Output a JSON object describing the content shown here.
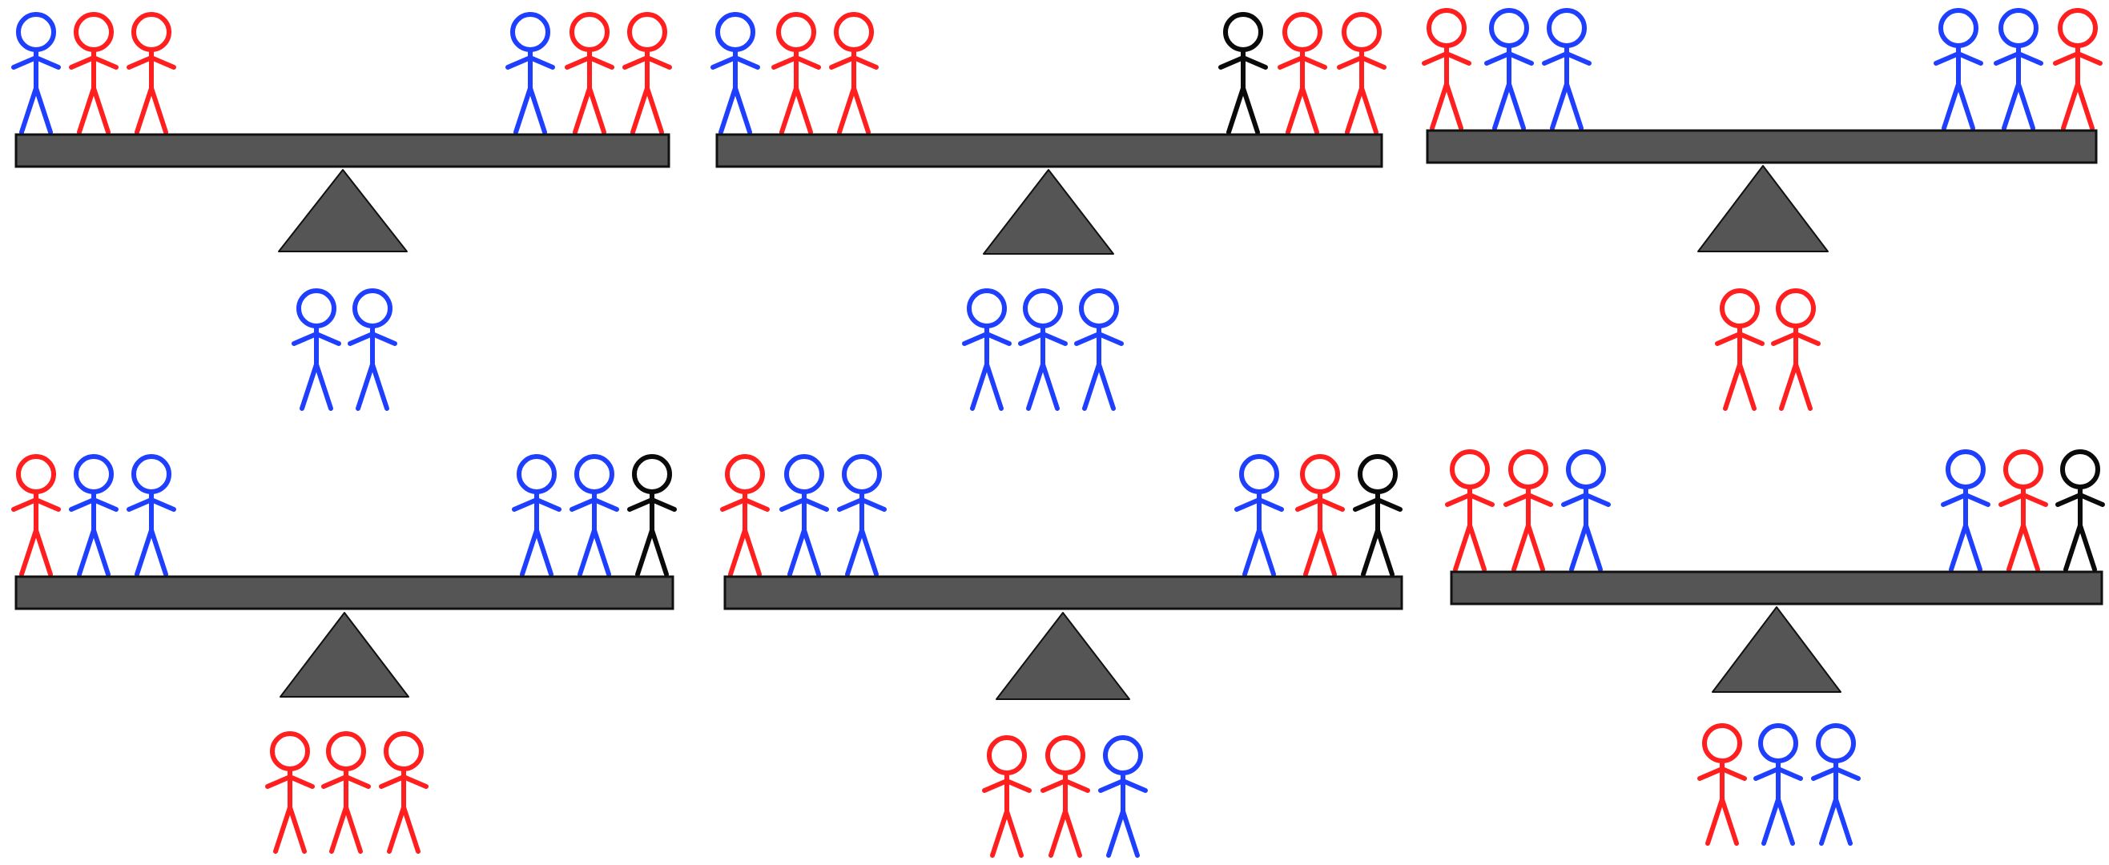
{
  "colors": {
    "blue": "#1f3fff",
    "red": "#ff1f1f",
    "black": "#0a0a0a",
    "beam": "#555555",
    "fulcrum": "#555555"
  },
  "puzzles": [
    {
      "left": [
        "blue",
        "red",
        "red"
      ],
      "right": [
        "blue",
        "red",
        "red"
      ],
      "below": [
        "blue",
        "blue"
      ]
    },
    {
      "left": [
        "blue",
        "red",
        "red"
      ],
      "right": [
        "black",
        "red",
        "red"
      ],
      "below": [
        "blue",
        "blue",
        "blue"
      ]
    },
    {
      "left": [
        "red",
        "blue",
        "blue"
      ],
      "right": [
        "blue",
        "blue",
        "red"
      ],
      "below": [
        "red",
        "red"
      ]
    },
    {
      "left": [
        "red",
        "blue",
        "blue"
      ],
      "right": [
        "blue",
        "blue",
        "black"
      ],
      "below": [
        "red",
        "red",
        "red"
      ]
    },
    {
      "left": [
        "red",
        "blue",
        "blue"
      ],
      "right": [
        "blue",
        "red",
        "black"
      ],
      "below": [
        "red",
        "red",
        "blue"
      ]
    },
    {
      "left": [
        "red",
        "red",
        "blue"
      ],
      "right": [
        "blue",
        "red",
        "black"
      ],
      "below": [
        "red",
        "blue",
        "blue"
      ]
    }
  ]
}
